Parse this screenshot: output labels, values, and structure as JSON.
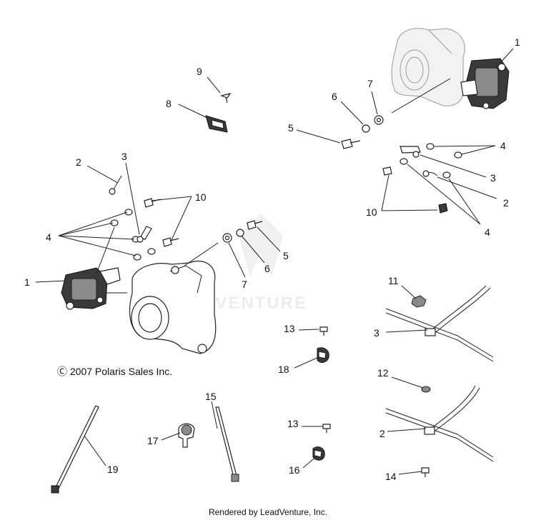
{
  "callouts": {
    "l1": "1",
    "l2": "2",
    "l3": "3",
    "l4": "4",
    "l10": "10",
    "l8": "8",
    "l9": "9",
    "l7": "7",
    "l6": "6",
    "l5": "5",
    "r1": "1",
    "r7": "7",
    "r6": "6",
    "r5": "5",
    "r4a": "4",
    "r3": "3",
    "r2": "2",
    "r10": "10",
    "r4b": "4",
    "c11": "11",
    "c13a": "13",
    "c18": "18",
    "c3": "3",
    "c12": "12",
    "c2": "2",
    "c13b": "13",
    "c16": "16",
    "c14": "14",
    "c15": "15",
    "c17": "17",
    "c19": "19"
  },
  "watermark": "LEADVENTURE",
  "copyright": "Ⓒ 2007 Polaris Sales Inc.",
  "footer": "Rendered by LeadVenture, Inc."
}
